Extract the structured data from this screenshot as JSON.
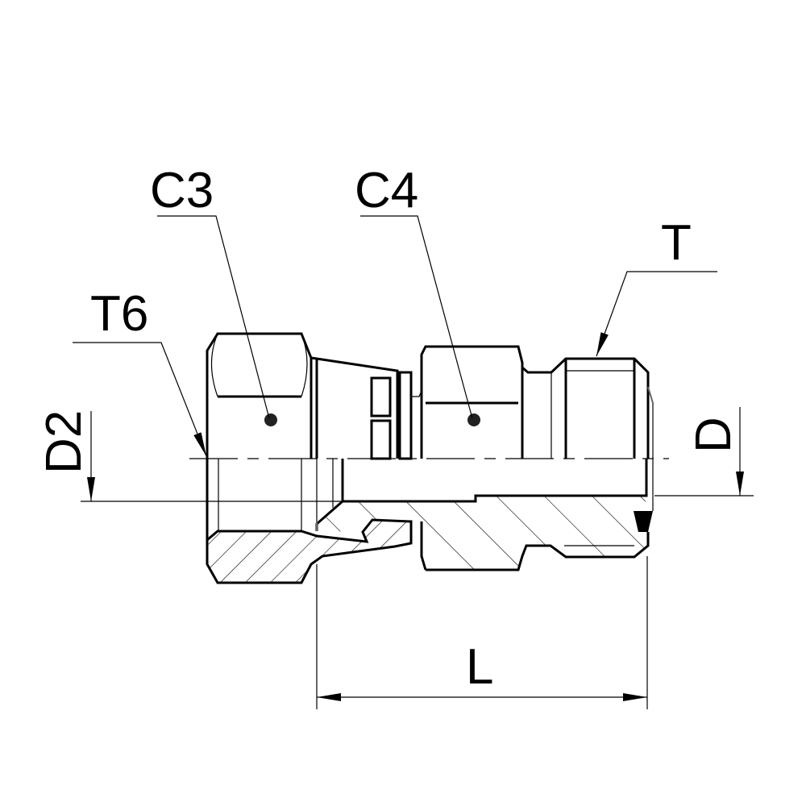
{
  "drawing": {
    "title_hidden": null,
    "labels": {
      "c3": "C3",
      "c4": "C4",
      "t": "T",
      "t6": "T6",
      "d2": "D2",
      "d": "D",
      "l": "L"
    },
    "colors": {
      "line": "#000000",
      "background": "#ffffff"
    }
  }
}
